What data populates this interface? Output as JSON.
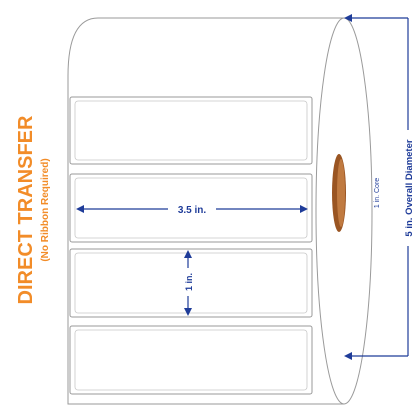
{
  "diagram": {
    "print_method": "DIRECT TRANSFER",
    "ribbon_note": "(No Ribbon Required)",
    "label_width": "3.5 in.",
    "label_height": "1 in.",
    "core_size": "1 in. Core",
    "overall_diameter": "5 in. Overall Diameter"
  },
  "colors": {
    "accent_orange": "#F28C28",
    "dimension_blue": "#1f3c99",
    "core_brown": "#9a5522",
    "outline_gray": "#9a9a9a"
  }
}
